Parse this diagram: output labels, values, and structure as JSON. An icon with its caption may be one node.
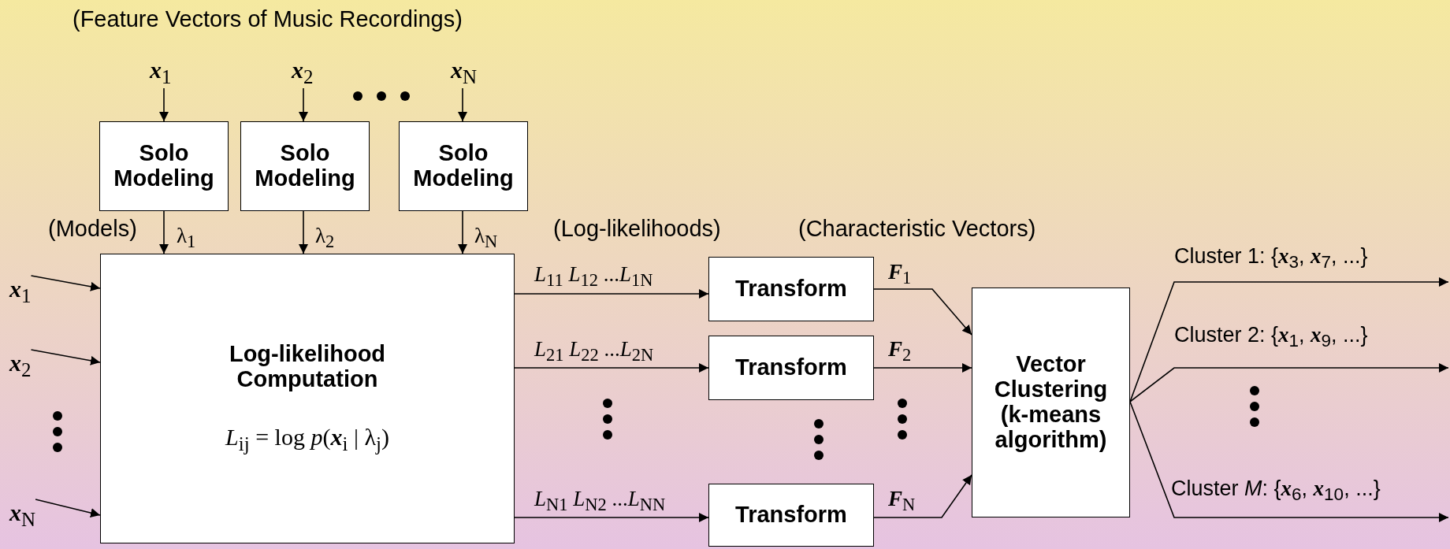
{
  "diagram": {
    "nodes": [
      {
        "text": [
          "**x**$_{1}$"
        ]
      },
      {
        "text": [
          "**x**$_{2}$"
        ]
      },
      {
        "text": [
          "**x**$_{N}$"
        ]
      },
      {
        "text": [
          "Solo Modeling"
        ]
      },
      {
        "text": [
          "Solo Modeling"
        ]
      },
      {
        "text": [
          "Solo Modeling"
        ]
      },
      {
        "text": [
          "Log-likelihood Computation",
          "*L*$_{ij}$ = log *p*(**x**$_{i}$ | λ$_{j}$)"
        ]
      },
      {
        "text": [
          "**x**$_{1}$"
        ]
      },
      {
        "text": [
          "**x**$_{2}$"
        ]
      },
      {
        "text": [
          "**x**$_{N}$"
        ]
      },
      {
        "text": [
          "Transform"
        ]
      },
      {
        "text": [
          "Transform"
        ]
      },
      {
        "text": [
          "Transform"
        ]
      },
      {
        "text": [
          "Vector Clustering (k-means algorithm)"
        ]
      }
    ],
    "edges": [
      {
        "from": 0,
        "to": 3,
        "arrow": "to"
      },
      {
        "from": 1,
        "to": 4,
        "arrow": "to"
      },
      {
        "from": 2,
        "to": 5,
        "arrow": "to"
      },
      {
        "from": 3,
        "to": 6,
        "arrow": "to",
        "label": "λ$_{1}$"
      },
      {
        "from": 4,
        "to": 6,
        "arrow": "to",
        "label": "λ$_{2}$"
      },
      {
        "from": 5,
        "to": 6,
        "arrow": "to",
        "label": "λ$_{N}$"
      },
      {
        "from": 7,
        "to": 6,
        "arrow": "to"
      },
      {
        "from": 8,
        "to": 6,
        "arrow": "to"
      },
      {
        "from": 9,
        "to": 6,
        "arrow": "to"
      },
      {
        "from": 6,
        "to": 10,
        "arrow": "to",
        "label": "*L*$_{11}$ *L*$_{12}$ ...*L*$_{1N}$"
      },
      {
        "from": 6,
        "to": 11,
        "arrow": "to",
        "label": "*L*$_{21}$ *L*$_{22}$ ...*L*$_{2N}$"
      },
      {
        "from": 6,
        "to": 12,
        "arrow": "to",
        "label": "*L*$_{N1}$ *L*$_{N2}$ ...*L*$_{NN}$"
      },
      {
        "from": 10,
        "to": 13,
        "arrow": "to",
        "label": "**F**$_{1}$"
      },
      {
        "from": 11,
        "to": 13,
        "arrow": "to",
        "label": "**F**$_{2}$"
      },
      {
        "from": 12,
        "to": 13,
        "arrow": "to",
        "label": "**F**$_{N}$"
      },
      {
        "from": 13,
        "to": null,
        "arrow": "to",
        "label": "Cluster 1: {**x**$_{3}$, **x**$_{7}$, ...}"
      },
      {
        "from": 13,
        "to": null,
        "arrow": "to",
        "label": "Cluster 2: {**x**$_{1}$, **x**$_{9}$, ...}"
      },
      {
        "from": 13,
        "to": null,
        "arrow": "to",
        "label": "Cluster *M*: {**x**$_{6}$, **x**$_{10}$, ...}"
      }
    ],
    "labels": [
      "(Feature Vectors of Music Recordings)",
      "(Models)",
      "(Log-likelihoods)",
      "(Characteristic Vectors)"
    ]
  }
}
